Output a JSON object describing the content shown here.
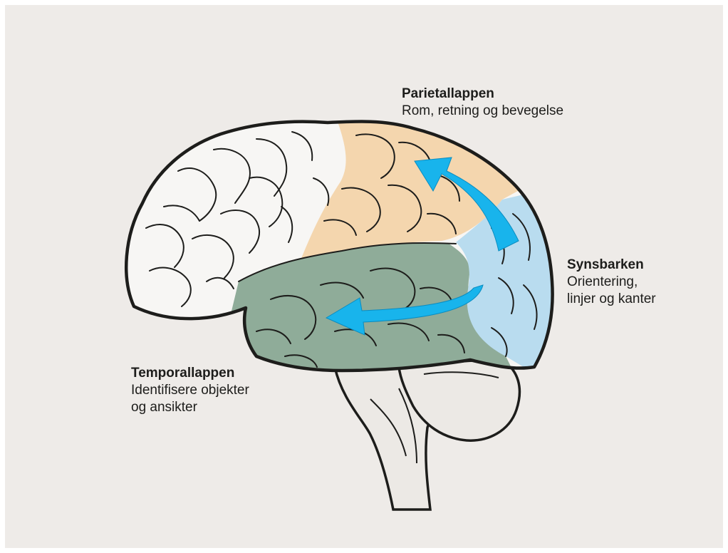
{
  "colors": {
    "background": "#eeebe8",
    "outline": "#1d1d1b",
    "frontal": "#f7f6f4",
    "parietal": "#f4d6ae",
    "temporal": "#8fac99",
    "occipital": "#b9dcef",
    "brainstem": "#ece9e5",
    "arrow": "#18b4ec"
  },
  "labels": {
    "parietal": {
      "title": "Parietallappen",
      "desc_lines": [
        "Rom, retning og bevegelse"
      ]
    },
    "occipital": {
      "title": "Synsbarken",
      "desc_lines": [
        "Orientering,",
        "linjer og kanter"
      ]
    },
    "temporal": {
      "title": "Temporallappen",
      "desc_lines": [
        "Identifisere objekter",
        "og ansikter"
      ]
    }
  },
  "regions": {
    "frontal": "frontal-lobe",
    "parietal": "parietal-lobe",
    "temporal": "temporal-lobe",
    "occipital": "occipital-lobe",
    "cerebellum": "cerebellum",
    "brainstem": "brainstem"
  },
  "arrows": {
    "dorsal": "dorsal-stream",
    "ventral": "ventral-stream"
  }
}
